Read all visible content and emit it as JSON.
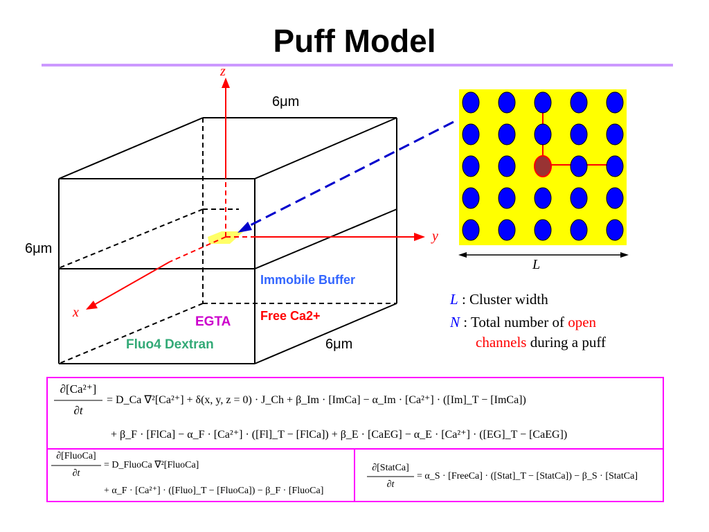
{
  "title": "Puff Model",
  "colors": {
    "title_rule": "#cc99ff",
    "axis": "#ff0000",
    "dashed_link": "#0000cc",
    "grid_bg": "#ffff00",
    "channel": "#0000ff",
    "open_channel": "#993333",
    "immobile": "#3366ff",
    "free_ca": "#ff0000",
    "egta": "#cc00cc",
    "fluo4": "#33aa77",
    "eq_border": "#ff00ff"
  },
  "box": {
    "dim_top": "6μm",
    "dim_left": "6μm",
    "dim_bottom": "6μm",
    "axis_z": "z",
    "axis_y": "y",
    "axis_x": "x",
    "label_immobile": "Immobile Buffer",
    "label_free_ca": "Free Ca2+",
    "label_egta": "EGTA",
    "label_fluo4": "Fluo4 Dextran"
  },
  "cluster": {
    "width_label": "L",
    "rows": 5,
    "cols": 5,
    "open_channel": {
      "row": 2,
      "col": 2
    }
  },
  "legend": {
    "l_symbol": "L",
    "l_text": " : Cluster width",
    "n_symbol": "N",
    "n_text_a": " : Total number of ",
    "n_open": "open",
    "n_channels": "channels",
    "n_text_b": " during a puff"
  },
  "equations": {
    "ca_lhs_num": "∂[Ca²⁺]",
    "ca_lhs_den": "∂t",
    "ca_line1": "= D_Ca ∇²[Ca²⁺]   +   δ(x, y, z = 0) · J_Ch   +   β_Im · [ImCa] − α_Im · [Ca²⁺] · ([Im]_T − [ImCa])",
    "ca_line2": "+ β_F · [FlCa] − α_F · [Ca²⁺] · ([Fl]_T − [FlCa]) + β_E · [CaEG] − α_E · [Ca²⁺] · ([EG]_T − [CaEG])",
    "fluo_lhs_num": "∂[FluoCa]",
    "fluo_lhs_den": "∂t",
    "fluo_line1": "= D_FluoCa ∇²[FluoCa]",
    "fluo_line2": "+ α_F · [Ca²⁺] · ([Fluo]_T − [FluoCa]) − β_F · [FluoCa]",
    "stat_lhs_num": "∂[StatCa]",
    "stat_lhs_den": "∂t",
    "stat_line1": "= α_S · [FreeCa] · ([Stat]_T − [StatCa]) − β_S · [StatCa]"
  }
}
